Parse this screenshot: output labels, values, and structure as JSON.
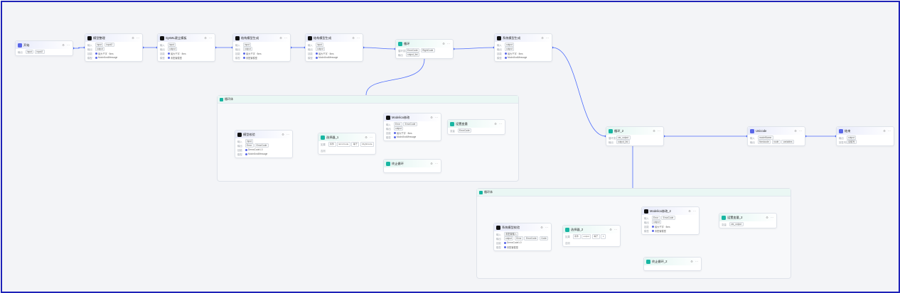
{
  "colors": {
    "frame": "#1e22b8",
    "wire": "#4b6bfb",
    "teal": "#18b6a2",
    "blue": "#5a67e8"
  },
  "toolbar": {
    "tools": "⚙ ⋯"
  },
  "groups": {
    "g1": {
      "title": "循环体"
    },
    "g2": {
      "title": "循环体"
    }
  },
  "nodes": {
    "start": {
      "title": "开始",
      "rows": [
        {
          "label": "输出",
          "values": [
            "input",
            "input2"
          ]
        }
      ]
    },
    "n1": {
      "title": "模型整理",
      "rows": [
        {
          "label": "输入",
          "values": [
            "input",
            "input2"
          ]
        },
        {
          "label": "输出",
          "values": [
            "output"
          ]
        },
        {
          "label": "技能",
          "values": [
            "最大千字 · 8ms"
          ]
        },
        {
          "label": "模型",
          "values": [
            "ModelAndMessage"
          ]
        }
      ]
    },
    "n2": {
      "title": "SysML建立模板",
      "rows": [
        {
          "label": "输入",
          "values": [
            "input"
          ]
        },
        {
          "label": "输出",
          "values": [
            "output"
          ]
        },
        {
          "label": "技能",
          "values": [
            "最大千字 · 8ms"
          ]
        },
        {
          "label": "模型",
          "values": [
            "未配置模型"
          ]
        }
      ]
    },
    "n3": {
      "title": "结构模型生成",
      "rows": [
        {
          "label": "输入",
          "values": [
            "input"
          ]
        },
        {
          "label": "输出",
          "values": [
            "output"
          ]
        },
        {
          "label": "技能",
          "values": [
            "最大千字 · 8ms"
          ]
        },
        {
          "label": "模型",
          "values": [
            "未配置模型"
          ]
        }
      ]
    },
    "n4": {
      "title": "结构模型生成",
      "rows": [
        {
          "label": "输入",
          "values": [
            "input"
          ]
        },
        {
          "label": "输出",
          "values": [
            "output"
          ]
        },
        {
          "label": "技能",
          "values": [
            "最大千字 · 8ms"
          ]
        },
        {
          "label": "模型",
          "values": [
            "ModelAndMessage"
          ]
        }
      ]
    },
    "loop": {
      "title": "循环",
      "rows": [
        {
          "label": "循环变量",
          "values": [
            "ErrorCode",
            "RightCode"
          ]
        },
        {
          "label": "输出",
          "values": [
            "output_list"
          ]
        }
      ]
    },
    "n5": {
      "title": "系统模型生成",
      "rows": [
        {
          "label": "输入",
          "values": [
            "output"
          ]
        },
        {
          "label": "输出",
          "values": [
            "output"
          ]
        },
        {
          "label": "技能",
          "values": [
            "最大千字 · 8ms"
          ]
        },
        {
          "label": "模型",
          "values": [
            "ModelAndMessage"
          ]
        }
      ]
    },
    "g1n1": {
      "title": "模型校验",
      "rows": [
        {
          "label": "输入",
          "values": [
            "input"
          ]
        },
        {
          "label": "输出",
          "values": [
            "Error",
            "ErrorCode"
          ]
        },
        {
          "label": "技能",
          "values": [
            "DemoCode1.0"
          ]
        },
        {
          "label": "模型",
          "values": [
            "ModelAndMessage"
          ]
        }
      ]
    },
    "cond1": {
      "title": "选择器_1",
      "rows": [
        {
          "label": "如果",
          "values": [
            "条件",
            "ErrorCode",
            "等于",
            "RightCode"
          ]
        },
        {
          "label": "否则",
          "values": []
        }
      ]
    },
    "g1n2": {
      "title": "Modelica修改",
      "rows": [
        {
          "label": "输入",
          "values": [
            "Error",
            "ErrorCode"
          ]
        },
        {
          "label": "输出",
          "values": [
            "output"
          ]
        },
        {
          "label": "技能",
          "values": [
            "最大千字 · 8ms"
          ]
        },
        {
          "label": "模型",
          "values": [
            "ModelAndMessage"
          ]
        }
      ]
    },
    "setvar1": {
      "title": "设置变量",
      "rows": [
        {
          "label": "变量",
          "values": [
            "ErrorCode"
          ]
        }
      ]
    },
    "stop1": {
      "title": "终止循环",
      "rows": []
    },
    "loop2": {
      "title": "循环_2",
      "rows": [
        {
          "label": "循环变量",
          "values": [
            "var_output"
          ]
        },
        {
          "label": "输出",
          "values": [
            "output_list"
          ]
        }
      ]
    },
    "code": {
      "title": "Unicode",
      "rows": [
        {
          "label": "输入",
          "values": [
            "modelName"
          ]
        },
        {
          "label": "输出",
          "values": [
            "fixedcode",
            "node",
            "variables"
          ]
        }
      ]
    },
    "end": {
      "title": "结束",
      "rows": [
        {
          "label": "输出",
          "values": [
            "output"
          ]
        },
        {
          "label": "回答内容",
          "values": [
            "请填写"
          ]
        }
      ]
    },
    "g2n1": {
      "title": "系统模型校验",
      "rows": [
        {
          "label": "输入",
          "values": [
            "未配置输入"
          ]
        },
        {
          "label": "输出",
          "values": [
            "output",
            "Error",
            "ErrorCode",
            "Code"
          ]
        },
        {
          "label": "技能",
          "values": [
            "DemoCode1.0"
          ]
        },
        {
          "label": "模型",
          "values": [
            "未配置模型"
          ]
        }
      ]
    },
    "cond2": {
      "title": "选择器_2",
      "rows": [
        {
          "label": "如果",
          "values": [
            "条件",
            "output",
            "等于",
            "1"
          ]
        },
        {
          "label": "否则",
          "values": []
        }
      ]
    },
    "g2n2": {
      "title": "Modelica修改_2",
      "rows": [
        {
          "label": "输入",
          "values": [
            "Error",
            "ErrorCode"
          ]
        },
        {
          "label": "输出",
          "values": [
            "output"
          ]
        },
        {
          "label": "技能",
          "values": [
            "最大千字 · 8ms"
          ]
        },
        {
          "label": "模型",
          "values": [
            "未配置模型"
          ]
        }
      ]
    },
    "setvar2": {
      "title": "设置变量_2",
      "rows": [
        {
          "label": "变量",
          "values": [
            "var_output"
          ]
        }
      ]
    },
    "stop2": {
      "title": "终止循环_2",
      "rows": []
    }
  }
}
